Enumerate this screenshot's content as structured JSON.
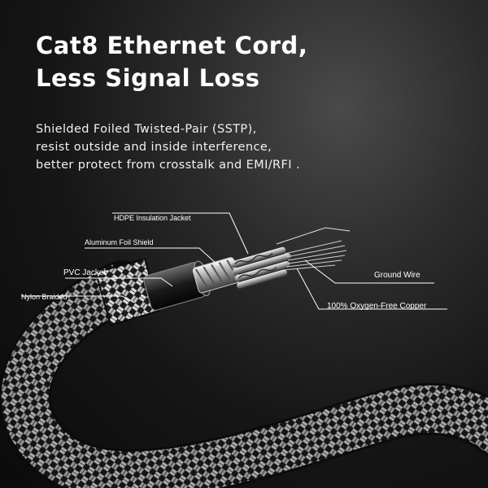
{
  "headline": {
    "line1": "Cat8 Ethernet Cord,",
    "line2": "Less Signal Loss"
  },
  "description": {
    "line1": "Shielded Foiled Twisted-Pair (SSTP),",
    "line2": "resist outside and inside interference,",
    "line3": "better protect from crosstalk and EMI/RFI ."
  },
  "callouts": {
    "hdpe": "HDPE Insulation Jacket",
    "aluminum": "Aluminum Foil Shield",
    "pvc": "PVC Jacket",
    "nylon": "Nylon Braided",
    "ground": "Ground Wire",
    "copper": "100% Oxygen-Free Copper"
  },
  "colors": {
    "background": "#1a1a1a",
    "text": "#ffffff",
    "callout_line": "#ffffff"
  }
}
